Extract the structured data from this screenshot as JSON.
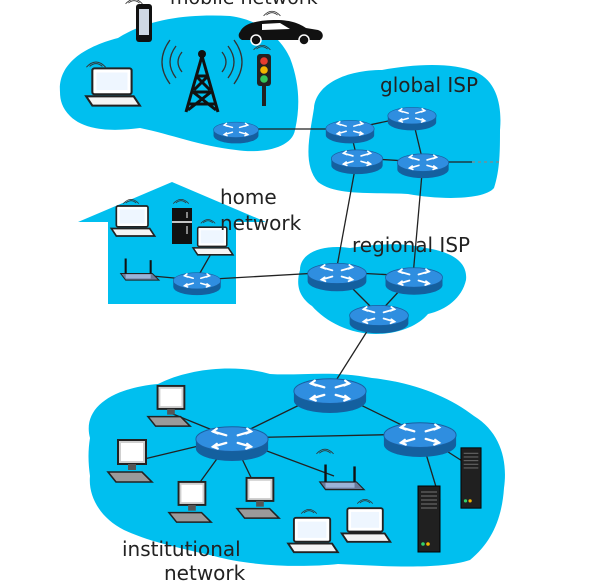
{
  "labels": {
    "mobile": "mobile network",
    "global": "global ISP",
    "home_1": "home",
    "home_2": "network",
    "regional": "regional ISP",
    "inst_1": "institutional",
    "inst_2": "network"
  },
  "colors": {
    "cloud": "#00bfef",
    "cloud_edge": "#0aa6d4",
    "router_body": "#1d73c6",
    "router_top": "#2f8ee0",
    "link": "#222222"
  },
  "icons": [
    "router-icon",
    "laptop-icon",
    "desktop-icon",
    "server-icon",
    "wifi-access-point-icon",
    "cell-tower-icon",
    "smartphone-icon",
    "car-icon",
    "traffic-light-icon",
    "fridge-icon"
  ]
}
